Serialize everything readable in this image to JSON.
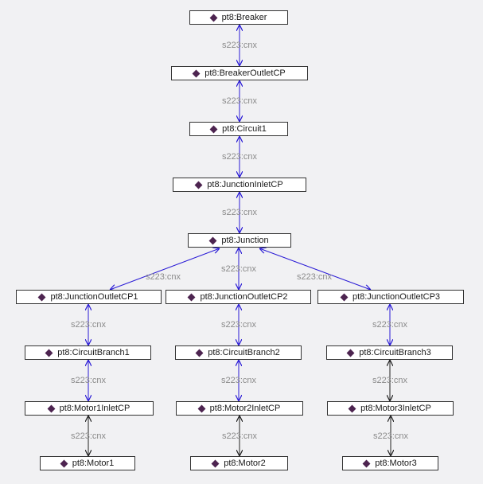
{
  "colors": {
    "edge": "#2a1bd6",
    "edge_secondary": "#222222",
    "icon": "#4d2450"
  },
  "icon": "diamond-icon",
  "nodes": [
    {
      "id": "breaker",
      "label": "pt8:Breaker"
    },
    {
      "id": "breaker_outlet_cp",
      "label": "pt8:BreakerOutletCP"
    },
    {
      "id": "circuit1",
      "label": "pt8:Circuit1"
    },
    {
      "id": "junction_inlet_cp",
      "label": "pt8:JunctionInletCP"
    },
    {
      "id": "junction",
      "label": "pt8:Junction"
    },
    {
      "id": "junction_outlet_cp1",
      "label": "pt8:JunctionOutletCP1"
    },
    {
      "id": "junction_outlet_cp2",
      "label": "pt8:JunctionOutletCP2"
    },
    {
      "id": "junction_outlet_cp3",
      "label": "pt8:JunctionOutletCP3"
    },
    {
      "id": "circuit_branch1",
      "label": "pt8:CircuitBranch1"
    },
    {
      "id": "circuit_branch2",
      "label": "pt8:CircuitBranch2"
    },
    {
      "id": "circuit_branch3",
      "label": "pt8:CircuitBranch3"
    },
    {
      "id": "motor1_inlet_cp",
      "label": "pt8:Motor1InletCP"
    },
    {
      "id": "motor2_inlet_cp",
      "label": "pt8:Motor2InletCP"
    },
    {
      "id": "motor3_inlet_cp",
      "label": "pt8:Motor3InletCP"
    },
    {
      "id": "motor1",
      "label": "pt8:Motor1"
    },
    {
      "id": "motor2",
      "label": "pt8:Motor2"
    },
    {
      "id": "motor3",
      "label": "pt8:Motor3"
    }
  ],
  "edges": [
    {
      "from": "breaker",
      "to": "breaker_outlet_cp",
      "label": "s223:cnx"
    },
    {
      "from": "breaker_outlet_cp",
      "to": "circuit1",
      "label": "s223:cnx"
    },
    {
      "from": "circuit1",
      "to": "junction_inlet_cp",
      "label": "s223:cnx"
    },
    {
      "from": "junction_inlet_cp",
      "to": "junction",
      "label": "s223:cnx"
    },
    {
      "from": "junction",
      "to": "junction_outlet_cp1",
      "label": "s223:cnx"
    },
    {
      "from": "junction",
      "to": "junction_outlet_cp2",
      "label": "s223:cnx"
    },
    {
      "from": "junction",
      "to": "junction_outlet_cp3",
      "label": "s223:cnx"
    },
    {
      "from": "junction_outlet_cp1",
      "to": "circuit_branch1",
      "label": "s223:cnx"
    },
    {
      "from": "junction_outlet_cp2",
      "to": "circuit_branch2",
      "label": "s223:cnx"
    },
    {
      "from": "junction_outlet_cp3",
      "to": "circuit_branch3",
      "label": "s223:cnx"
    },
    {
      "from": "circuit_branch1",
      "to": "motor1_inlet_cp",
      "label": "s223:cnx"
    },
    {
      "from": "circuit_branch2",
      "to": "motor2_inlet_cp",
      "label": "s223:cnx"
    },
    {
      "from": "circuit_branch3",
      "to": "motor3_inlet_cp",
      "label": "s223:cnx"
    },
    {
      "from": "motor1_inlet_cp",
      "to": "motor1",
      "label": "s223:cnx"
    },
    {
      "from": "motor2_inlet_cp",
      "to": "motor2",
      "label": "s223:cnx"
    },
    {
      "from": "motor3_inlet_cp",
      "to": "motor3",
      "label": "s223:cnx"
    }
  ]
}
